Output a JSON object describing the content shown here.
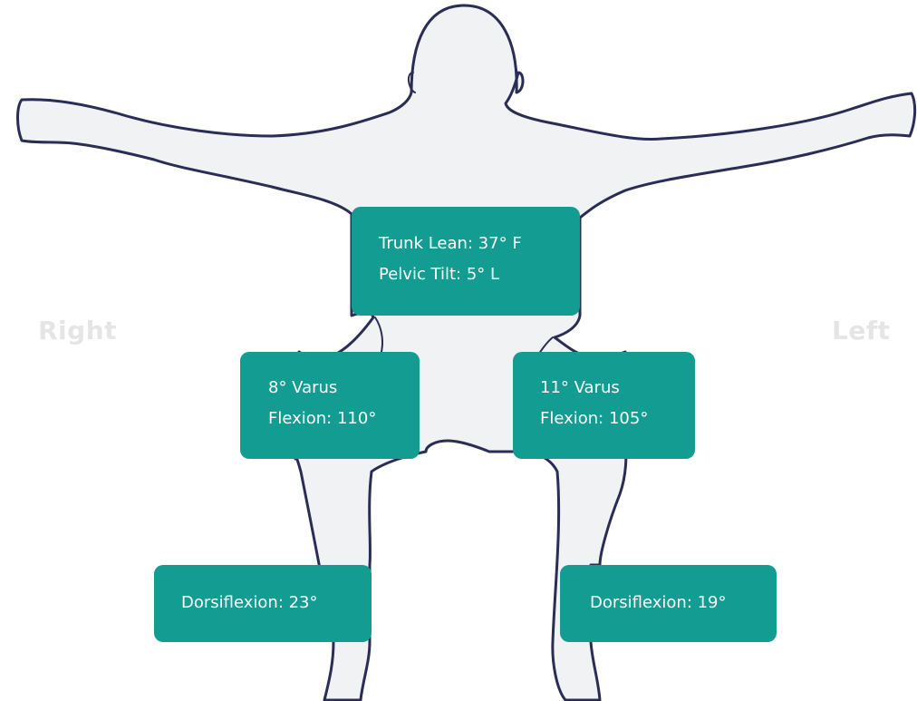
{
  "colors": {
    "box_fill": "#129c92",
    "box_text": "#ffffff",
    "silhouette_fill": "#f1f2f4",
    "silhouette_stroke": "#2a2d55",
    "side_label": "#e5e5e5"
  },
  "side_labels": {
    "right": "Right",
    "left": "Left"
  },
  "boxes": {
    "trunk": {
      "line1": "Trunk Lean: 37° F",
      "line2": "Pelvic Tilt: 5° L"
    },
    "knee_right": {
      "line1": "8° Varus",
      "line2": "Flexion: 110°"
    },
    "knee_left": {
      "line1": "11° Varus",
      "line2": "Flexion: 105°"
    },
    "ankle_right": {
      "line1": "Dorsiflexion: 23°"
    },
    "ankle_left": {
      "line1": "Dorsiflexion: 19°"
    }
  }
}
